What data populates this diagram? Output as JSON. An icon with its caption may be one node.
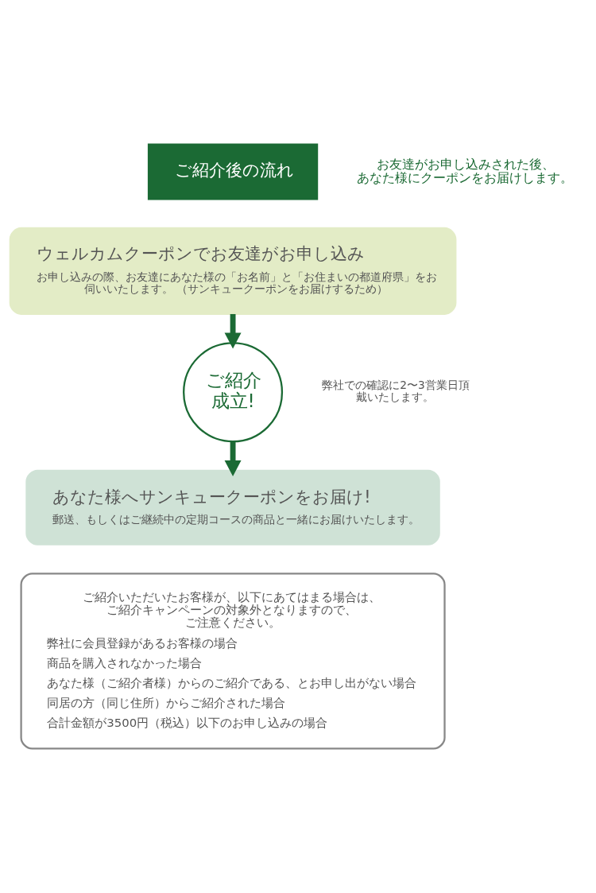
{
  "diagram": {
    "nodes": [
      {
        "text": [
          "ご紹介後の流れ"
        ]
      },
      {
        "text": [
          "ウェルカムクーポンでお友達がお申し込み",
          "お申し込みの際、お友達にあなた様の「お名前」と「お住まいの都道府県」をお伺いいたします。 （サンキュークーポンをお届けするため）"
        ]
      },
      {
        "text": [
          "ご紹介成立!"
        ],
        "beside": [
          "弊社での確認に2〜3営業日頂戴いたします。"
        ]
      },
      {
        "text": [
          "あなた様へサンキュークーポンをお届け!",
          "郵送、もしくはご継続中の定期コースの商品と一緒にお届けいたします。"
        ]
      },
      {
        "text": [
          "ご紹介いただいたお客様が、以下にあてはまる場合は、ご紹介キャンペーンの対象外となりますので、ご注意ください。",
          "弊社に会員登録があるお客様の場合",
          "商品を購入されなかった場合",
          "あなた様（ご紹介者様）からのご紹介である、とお申し出がない場合",
          "同居の方（同じ住所）からご紹介された場合",
          "合計金額が3500円（税込）以下のお申し込みの場合"
        ]
      }
    ],
    "edges": [
      {
        "from": 1,
        "to": 2,
        "arrow": "to"
      },
      {
        "from": 2,
        "to": 3,
        "arrow": "to"
      }
    ],
    "labels": [
      "お友達がお申し込みされた後、あなた様にクーポンをお届けします。"
    ]
  }
}
